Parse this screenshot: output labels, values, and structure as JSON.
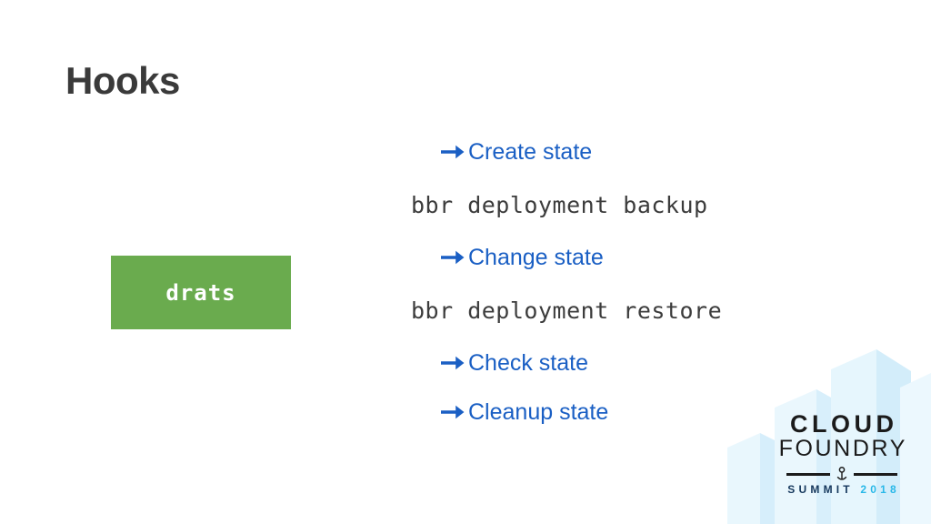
{
  "slide": {
    "title": "Hooks",
    "background_color": "#ffffff"
  },
  "tool_box": {
    "label": "drats",
    "background_color": "#6aab4e",
    "text_color": "#ffffff"
  },
  "steps": {
    "accent_color": "#1a5fc4",
    "command_color": "#3c3c3c",
    "items": [
      {
        "type": "step",
        "label": "Create state"
      },
      {
        "type": "command",
        "label": "bbr deployment backup"
      },
      {
        "type": "step",
        "label": "Change state"
      },
      {
        "type": "command",
        "label": "bbr deployment restore"
      },
      {
        "type": "step",
        "label": "Check state"
      },
      {
        "type": "step",
        "label": "Cleanup state"
      }
    ]
  },
  "logo": {
    "line1": "CLOUD",
    "line2": "FOUNDRY",
    "summit_word": "SUMMIT",
    "summit_year": "2018",
    "summit_word_color": "#15375c",
    "summit_year_color": "#29b8e8",
    "skyline_color": "#ddf1fb"
  }
}
